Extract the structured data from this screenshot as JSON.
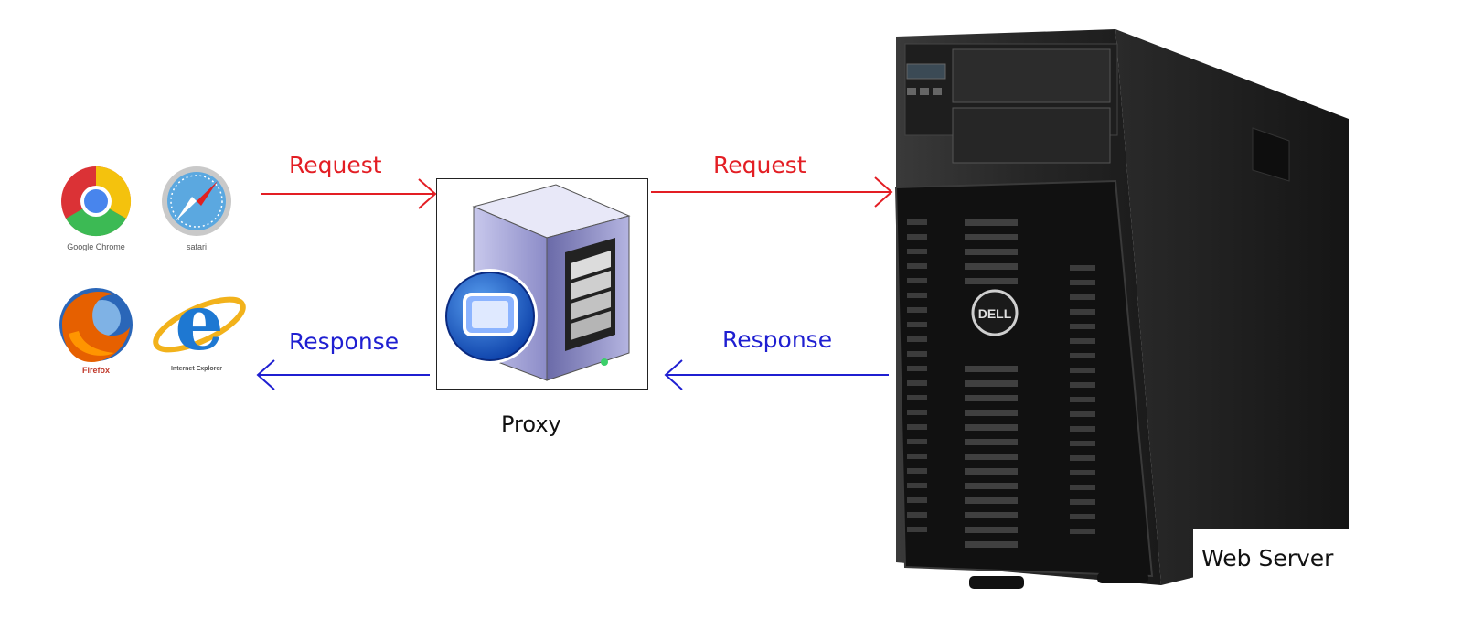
{
  "browsers": [
    {
      "name": "Google Chrome",
      "icon": "chrome-icon",
      "caption_color": "#555555"
    },
    {
      "name": "safari",
      "icon": "safari-icon",
      "caption_color": "#555555"
    },
    {
      "name": "Firefox",
      "icon": "firefox-icon",
      "caption_color": "#c0392b"
    },
    {
      "name": "Internet Explorer",
      "icon": "internet-explorer-icon",
      "caption_color": "#555555"
    }
  ],
  "arrows": {
    "request_to_proxy": "Request",
    "request_to_server": "Request",
    "response_to_proxy": "Response",
    "response_to_browsers": "Response"
  },
  "proxy": {
    "label": "Proxy",
    "icon": "proxy-server-icon"
  },
  "server": {
    "label": "Web Server",
    "icon": "tower-server-icon",
    "brand": "DELL"
  },
  "colors": {
    "request": "#e31e24",
    "response": "#1f1fd1"
  }
}
